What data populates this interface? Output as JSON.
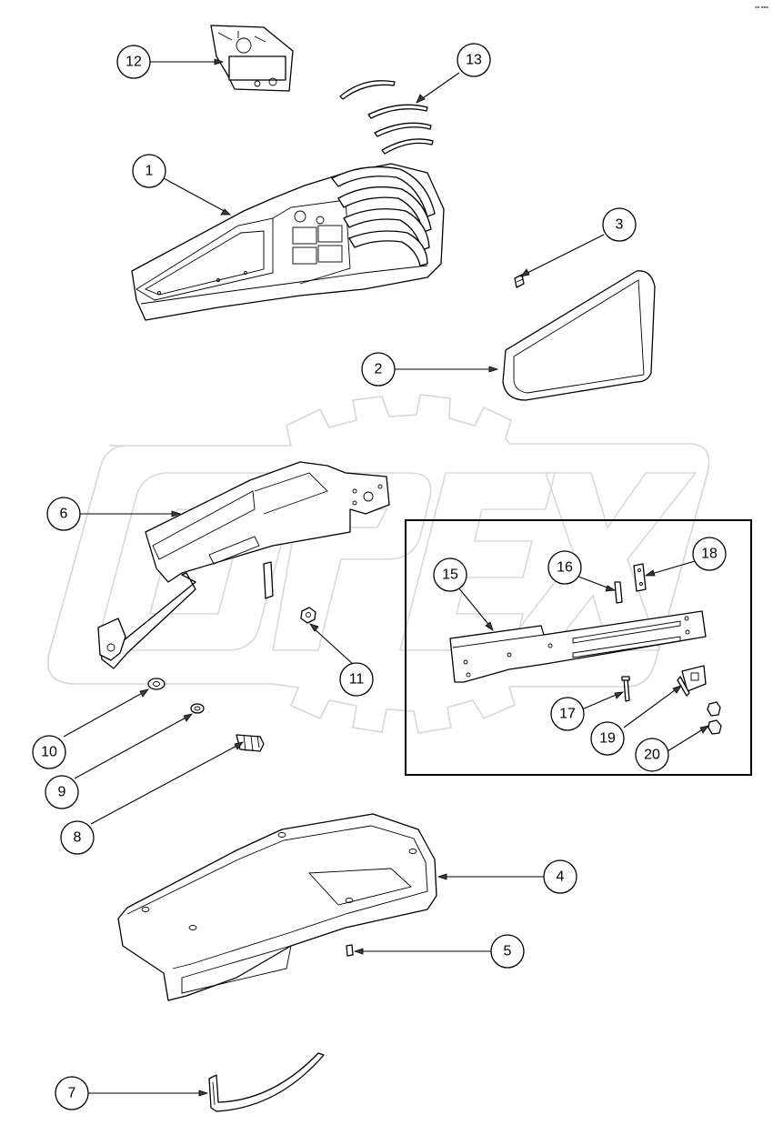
{
  "diagram": {
    "watermark": "OPEX",
    "callouts": [
      {
        "id": "1",
        "label": "1"
      },
      {
        "id": "2",
        "label": "2"
      },
      {
        "id": "3",
        "label": "3"
      },
      {
        "id": "4",
        "label": "4"
      },
      {
        "id": "5",
        "label": "5"
      },
      {
        "id": "6",
        "label": "6"
      },
      {
        "id": "7",
        "label": "7"
      },
      {
        "id": "8",
        "label": "8"
      },
      {
        "id": "9",
        "label": "9"
      },
      {
        "id": "10",
        "label": "10"
      },
      {
        "id": "11",
        "label": "11"
      },
      {
        "id": "12",
        "label": "12"
      },
      {
        "id": "13",
        "label": "13"
      },
      {
        "id": "15",
        "label": "15"
      },
      {
        "id": "16",
        "label": "16"
      },
      {
        "id": "17",
        "label": "17"
      },
      {
        "id": "18",
        "label": "18"
      },
      {
        "id": "19",
        "label": "19"
      },
      {
        "id": "20",
        "label": "20"
      }
    ]
  }
}
